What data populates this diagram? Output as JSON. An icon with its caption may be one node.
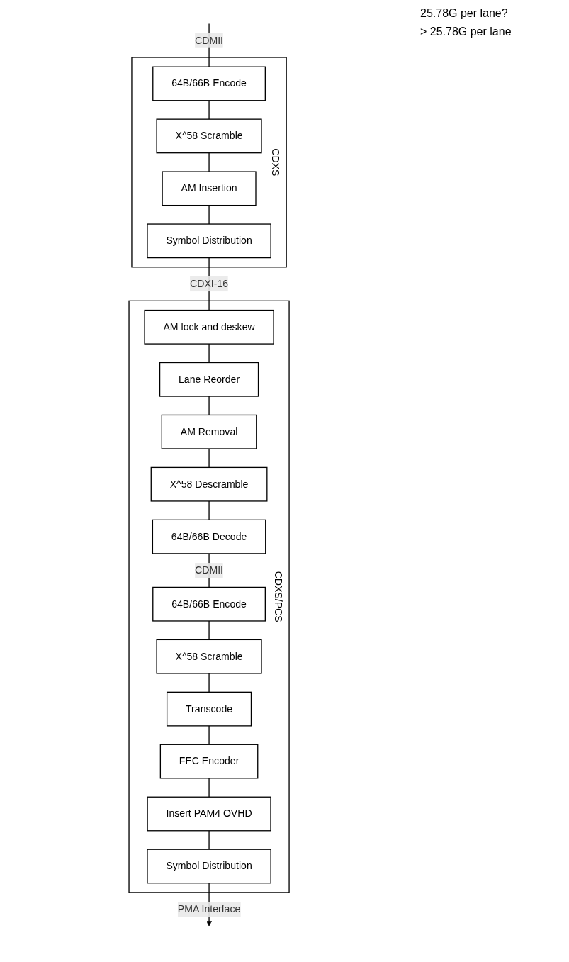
{
  "diagram": {
    "nodes": [
      {
        "text": [
          "CDXS"
        ]
      },
      {
        "text": [
          "64B/66B Encode"
        ],
        "in": 0
      },
      {
        "text": [
          "X^58 Scramble"
        ],
        "in": 0
      },
      {
        "text": [
          "AM Insertion"
        ],
        "in": 0
      },
      {
        "text": [
          "Symbol Distribution"
        ],
        "in": 0
      },
      {
        "text": [
          "CDXS/PCS"
        ]
      },
      {
        "text": [
          "AM lock and deskew"
        ],
        "in": 5
      },
      {
        "text": [
          "Lane Reorder"
        ],
        "in": 5
      },
      {
        "text": [
          "AM Removal"
        ],
        "in": 5
      },
      {
        "text": [
          "X^58 Descramble"
        ],
        "in": 5
      },
      {
        "text": [
          "64B/66B Decode"
        ],
        "in": 5
      },
      {
        "text": [
          "64B/66B Encode"
        ],
        "in": 5
      },
      {
        "text": [
          "X^58 Scramble"
        ],
        "in": 5
      },
      {
        "text": [
          "Transcode"
        ],
        "in": 5
      },
      {
        "text": [
          "FEC Encoder"
        ],
        "in": 5
      },
      {
        "text": [
          "Insert PAM4 OVHD"
        ],
        "in": 5
      },
      {
        "text": [
          "Symbol Distribution"
        ],
        "in": 5
      }
    ],
    "edges": [
      {
        "from": null,
        "to": 1,
        "arrow": "none",
        "label": "CDMII"
      },
      {
        "from": 1,
        "to": 2,
        "arrow": "none"
      },
      {
        "from": 2,
        "to": 3,
        "arrow": "none"
      },
      {
        "from": 3,
        "to": 4,
        "arrow": "none"
      },
      {
        "from": 4,
        "to": 6,
        "arrow": "none",
        "label": "CDXI-16"
      },
      {
        "from": 6,
        "to": 7,
        "arrow": "none"
      },
      {
        "from": 7,
        "to": 8,
        "arrow": "none"
      },
      {
        "from": 8,
        "to": 9,
        "arrow": "none"
      },
      {
        "from": 9,
        "to": 10,
        "arrow": "none"
      },
      {
        "from": 10,
        "to": 11,
        "arrow": "none",
        "label": "CDMII"
      },
      {
        "from": 11,
        "to": 12,
        "arrow": "none"
      },
      {
        "from": 12,
        "to": 13,
        "arrow": "none"
      },
      {
        "from": 13,
        "to": 14,
        "arrow": "none"
      },
      {
        "from": 14,
        "to": 15,
        "arrow": "none"
      },
      {
        "from": 15,
        "to": 16,
        "arrow": "none"
      },
      {
        "from": 16,
        "to": null,
        "arrow": "to",
        "label": "PMA Interface"
      }
    ],
    "labels": [
      "25.78G per lane?",
      "> 25.78G per lane"
    ]
  }
}
